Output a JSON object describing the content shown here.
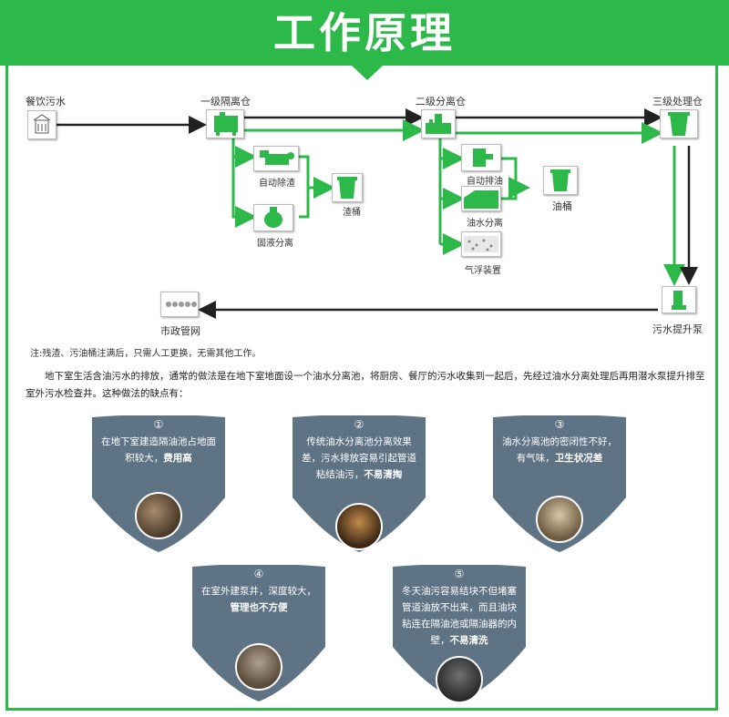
{
  "header": {
    "title": "工作原理"
  },
  "colors": {
    "green": "#2db84a",
    "shield": "#5e7384",
    "dark": "#222222"
  },
  "flow": {
    "catering_wastewater": "餐饮污水",
    "stage1": "一级隔离仓",
    "stage2": "二级分离仓",
    "stage3": "三级处理仓",
    "auto_slag": "自动除渣",
    "solid_liquid": "固液分离",
    "slag_bucket": "渣桶",
    "auto_oil": "自动排油",
    "oil_water": "油水分离",
    "air_float": "气浮装置",
    "oil_bucket": "油桶",
    "lift_pump": "污水提升泵",
    "municipal": "市政管网"
  },
  "note": "注:残渣、污油桶注满后，只需人工更换，无需其他工作。",
  "paragraph": "地下室生活含油污水的排放，通常的做法是在地下室地面设一个油水分离池，将厨房、餐厅的污水收集到一起后，先经过油水分离处理后再用潜水泵提升排至室外污水检查井。这种做法的缺点有：",
  "shields": [
    {
      "num": "①",
      "text": "在地下室建造隔油池占地面积较大，",
      "bold": "费用高"
    },
    {
      "num": "②",
      "text": "传统油水分离池分离效果差，污水排放容易引起管道粘结油污，",
      "bold": "不易清掏"
    },
    {
      "num": "③",
      "text": "油水分离池的密闭性不好，有气味，",
      "bold": "卫生状况差"
    },
    {
      "num": "④",
      "text": "在室外建泵井，深度较大，",
      "bold": "管理也不方便"
    },
    {
      "num": "⑤",
      "text": "冬天油污容易结块不但堵塞管道油放不出来，而且油块粘连在隔油池或隔油器的内壁，",
      "bold": "不易清洗"
    }
  ]
}
